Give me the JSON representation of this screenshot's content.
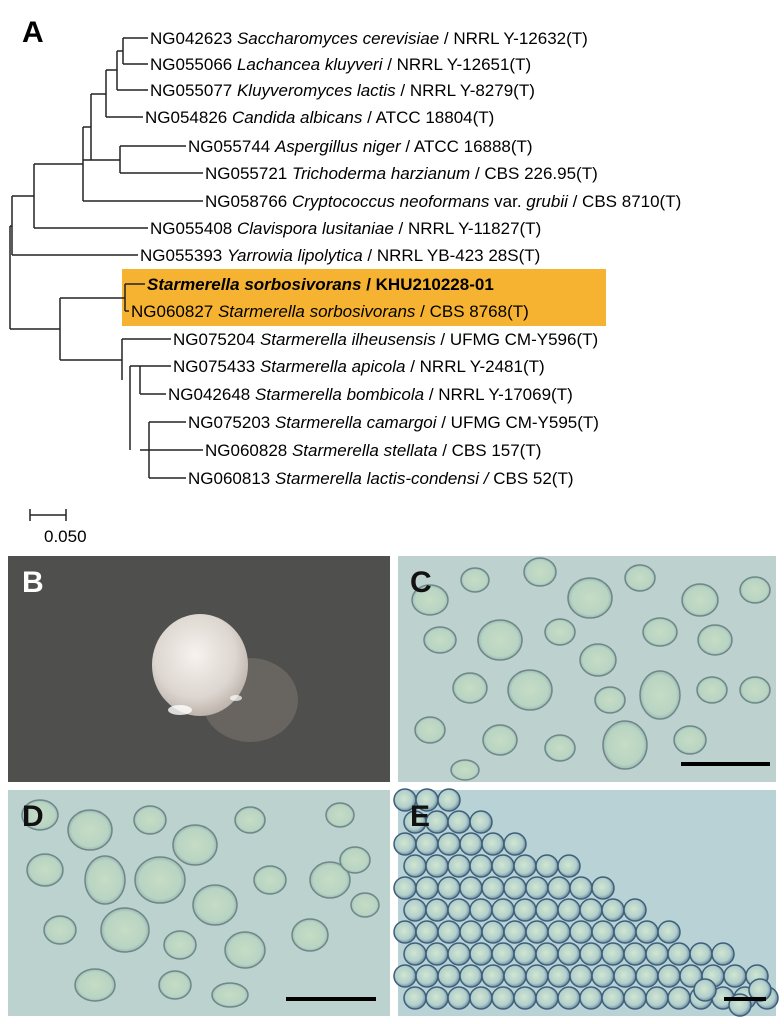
{
  "panel_a": {
    "letter": "A",
    "taxa": [
      {
        "acc": "NG042623",
        "genus": "Saccharomyces",
        "species": "cerevisiae",
        "mid": "",
        "strain": " / NRRL Y-12632(T)",
        "bold": false
      },
      {
        "acc": "NG055066",
        "genus": "Lachancea",
        "species": "kluyveri",
        "mid": "",
        "strain": " / NRRL Y-12651(T)",
        "bold": false
      },
      {
        "acc": "NG055077",
        "genus": "Kluyveromyces",
        "species": "lactis",
        "mid": "",
        "strain": " / NRRL Y-8279(T)",
        "bold": false
      },
      {
        "acc": "NG054826",
        "genus": "Candida",
        "species": "albicans",
        "mid": "",
        "strain": " / ATCC 18804(T)",
        "bold": false
      },
      {
        "acc": "NG055744",
        "genus": "Aspergillus",
        "species": "niger",
        "mid": "",
        "strain": " / ATCC 16888(T)",
        "bold": false
      },
      {
        "acc": "NG055721",
        "genus": "Trichoderma",
        "species": "harzianum",
        "mid": "",
        "strain": " / CBS 226.95(T)",
        "bold": false
      },
      {
        "acc": "NG058766",
        "genus": "Cryptococcus",
        "species": "neoformans",
        "mid": " var. ",
        "sub": "grubii",
        "strain": " / CBS 8710(T)",
        "bold": false
      },
      {
        "acc": "NG055408",
        "genus": "Clavispora",
        "species": "lusitaniae",
        "mid": "",
        "strain": " / NRRL Y-11827(T)",
        "bold": false
      },
      {
        "acc": "NG055393",
        "genus": "Yarrowia",
        "species": "lipolytica",
        "mid": "",
        "strain": " / NRRL YB-423 28S(T)",
        "bold": false
      },
      {
        "acc": "",
        "genus": "Starmerella",
        "species": "sorbosivorans",
        "mid": "",
        "strain": " / KHU210228-01",
        "bold": true
      },
      {
        "acc": "NG060827",
        "genus": "Starmerella",
        "species": "sorbosivorans",
        "mid": "",
        "strain": " / CBS 8768(T)",
        "bold": false
      },
      {
        "acc": "NG075204",
        "genus": "Starmerella",
        "species": "ilheusensis",
        "mid": "",
        "strain": " / UFMG CM-Y596(T)",
        "bold": false
      },
      {
        "acc": "NG075433",
        "genus": "Starmerella",
        "species": "apicola",
        "mid": "",
        "strain": " / NRRL Y-2481(T)",
        "bold": false
      },
      {
        "acc": "NG042648",
        "genus": "Starmerella",
        "species": "bombicola",
        "mid": "",
        "strain": " / NRRL Y-17069(T)",
        "bold": false
      },
      {
        "acc": "NG075203",
        "genus": "Starmerella",
        "species": "camargoi",
        "mid": "",
        "strain": " / UFMG CM-Y595(T)",
        "bold": false
      },
      {
        "acc": "NG060828",
        "genus": "Starmerella",
        "species": "stellata",
        "mid": "",
        "strain": " / CBS 157(T)",
        "bold": false
      },
      {
        "acc": "NG060813",
        "genus": "Starmerella",
        "species": "lactis-condensi",
        "mid": "",
        "strain": " / CBS 52(T)",
        "bold": false,
        "italic_slash": true
      }
    ],
    "scale_label": "0.050",
    "highlight_color": "#f6b331"
  },
  "panel_b": {
    "letter": "B"
  },
  "panel_c": {
    "letter": "C"
  },
  "panel_d": {
    "letter": "D"
  },
  "panel_e": {
    "letter": "E"
  }
}
